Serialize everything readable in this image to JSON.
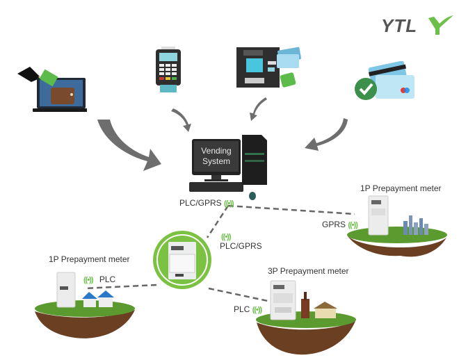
{
  "logo": {
    "text": "YTL",
    "brand_gray": "#555555",
    "brand_green": "#6cc04a"
  },
  "colors": {
    "arrow": "#6e6e6e",
    "dash": "#666666",
    "signal": "#6cc04a",
    "grass": "#5b9a2e",
    "soil": "#6b3f22",
    "halo": "#7cc242"
  },
  "payment_channels": [
    {
      "name": "online-wallet-payment",
      "icon": "laptop-wallet-icon"
    },
    {
      "name": "pos-terminal",
      "icon": "pos-terminal-icon"
    },
    {
      "name": "atm",
      "icon": "atm-icon"
    },
    {
      "name": "bank-card",
      "icon": "credit-card-check-icon"
    }
  ],
  "vending_system": {
    "screen_text_line1": "Vending",
    "screen_text_line2": "System",
    "link_label": "PLC/GPRS",
    "signal_glyph": "((•))"
  },
  "concentrator": {
    "link_label": "PLC/GPRS",
    "signal_glyph": "((•))"
  },
  "meters": [
    {
      "id": "meter-1p-gprs",
      "title": "1P Prepayment meter",
      "link_label": "GPRS",
      "signal_glyph": "((•))",
      "scene": "city"
    },
    {
      "id": "meter-1p-plc",
      "title": "1P Prepayment meter",
      "link_label": "PLC",
      "signal_glyph": "((•))",
      "scene": "houses"
    },
    {
      "id": "meter-3p-plc",
      "title": "3P Prepayment meter",
      "link_label": "PLC",
      "signal_glyph": "((•))",
      "scene": "factory"
    }
  ]
}
